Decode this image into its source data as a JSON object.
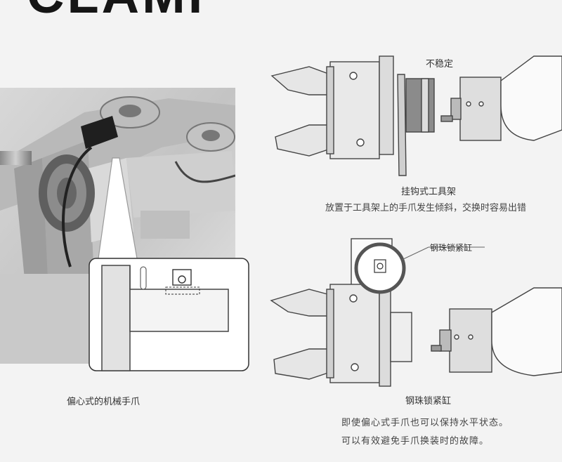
{
  "header": {
    "logo_text": "CLAMP"
  },
  "left_panel": {
    "caption": "偏心式的机械手爪"
  },
  "top_right": {
    "unstable_label": "不稳定",
    "title": "挂钩式工具架",
    "description": "放置于工具架上的手爪发生倾斜，交换时容易出错"
  },
  "bottom_right": {
    "callout_label": "钢珠锁紧缸",
    "title": "钢珠锁紧缸",
    "description_line1": "即使偏心式手爪也可以保持水平状态。",
    "description_line2": "可以有效避免手爪换装时的故障。"
  }
}
